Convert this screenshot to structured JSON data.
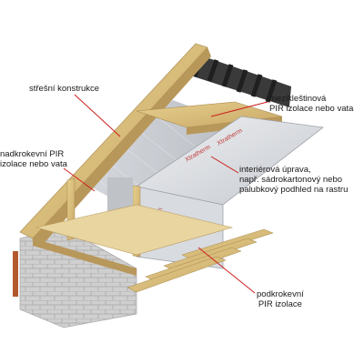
{
  "labels": {
    "roof_structure": "střešní konstrukce",
    "between_collar": {
      "line1": "mezikleštinová",
      "line2": "PIR izolace nebo vata"
    },
    "between_rafter": {
      "line1": "nadkrokevní PIR",
      "line2": "izolace nebo vata"
    },
    "interior": {
      "line1": "interiérová úprava,",
      "line2": "např. sádrokartonový nebo",
      "line3": "palubkový podhled na rastru"
    },
    "under_rafter": {
      "line1": "podkrokevní",
      "line2": "PIR izolace"
    }
  },
  "board_brand": "Xtratherm",
  "colors": {
    "timber": "#d9bf7a",
    "timber_dark": "#b8975a",
    "insulation": "#c9ccd0",
    "panel_face": "#e4e6ea",
    "brick": "#c8c8c8",
    "leader": "#cc1f1f",
    "text": "#1a1a1a"
  }
}
